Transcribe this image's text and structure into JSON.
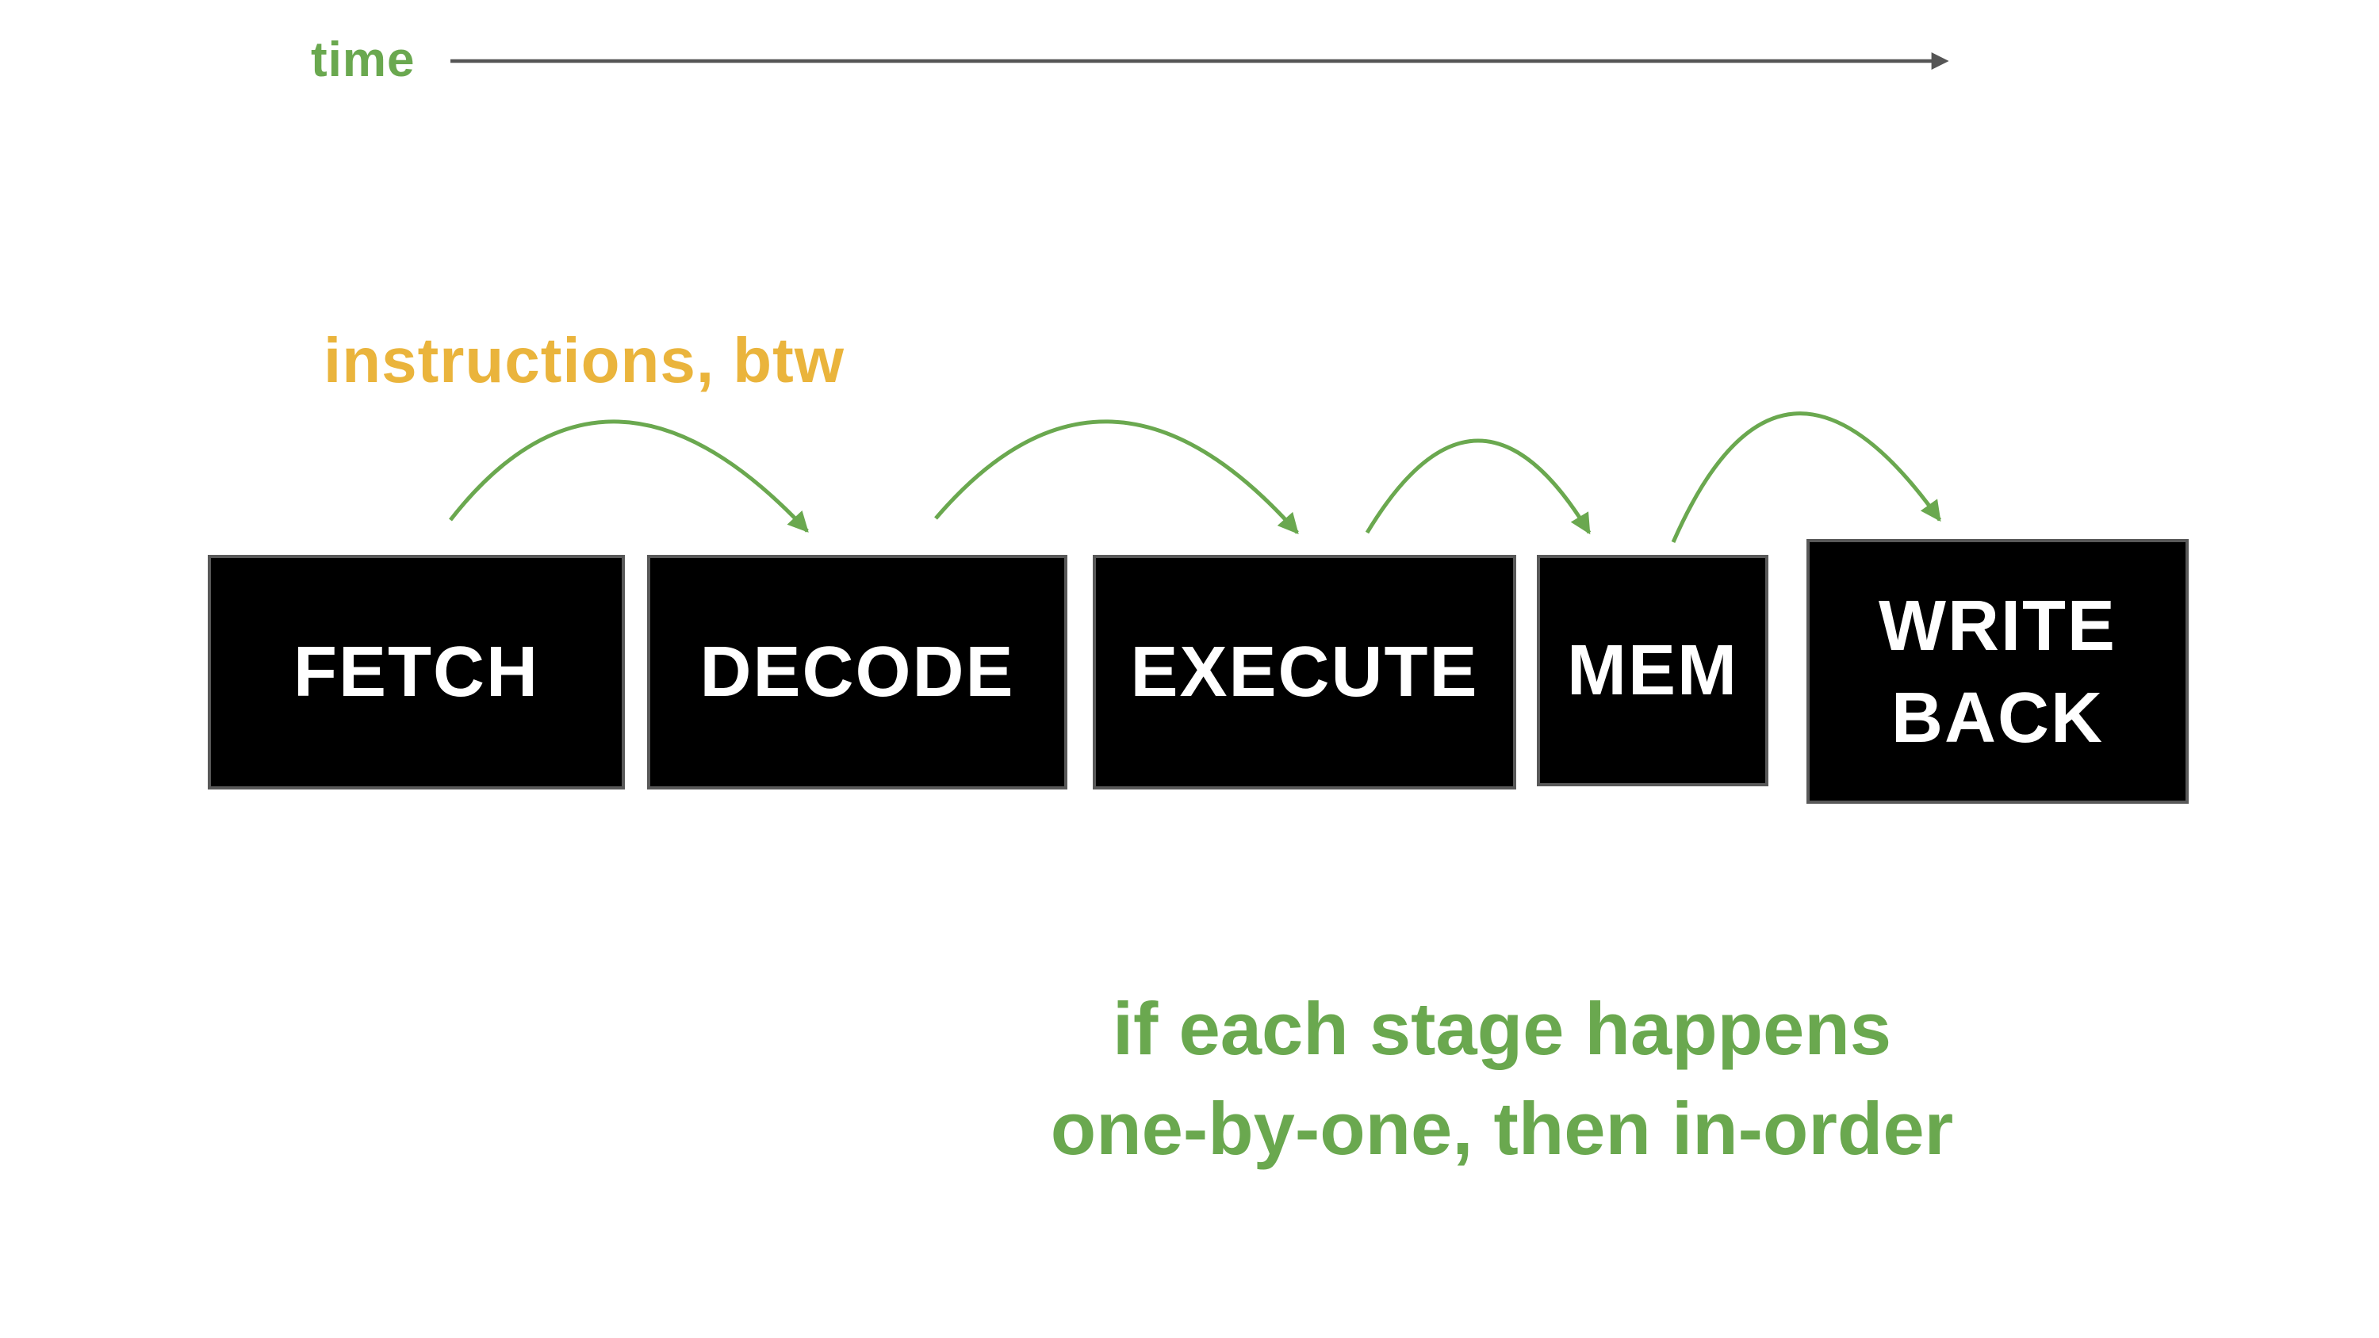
{
  "colors": {
    "green": "#6aa84f",
    "yellow": "#eab43c",
    "box_fill": "#000000",
    "box_border": "#595959",
    "stage_text": "#ffffff",
    "time_arrow": "#555555"
  },
  "timeline": {
    "label": "time",
    "direction": "left-to-right"
  },
  "annotation": {
    "label": "instructions, btw"
  },
  "pipeline": {
    "stages": [
      {
        "label": "FETCH"
      },
      {
        "label": "DECODE"
      },
      {
        "label": "EXECUTE"
      },
      {
        "label": "MEM"
      },
      {
        "label": "WRITE BACK"
      }
    ],
    "flow": [
      {
        "from": "FETCH",
        "to": "DECODE"
      },
      {
        "from": "DECODE",
        "to": "EXECUTE"
      },
      {
        "from": "EXECUTE",
        "to": "MEM"
      },
      {
        "from": "MEM",
        "to": "WRITE BACK"
      }
    ]
  },
  "caption": {
    "line1": "if each stage happens",
    "line2": "one-by-one, then in-order"
  }
}
